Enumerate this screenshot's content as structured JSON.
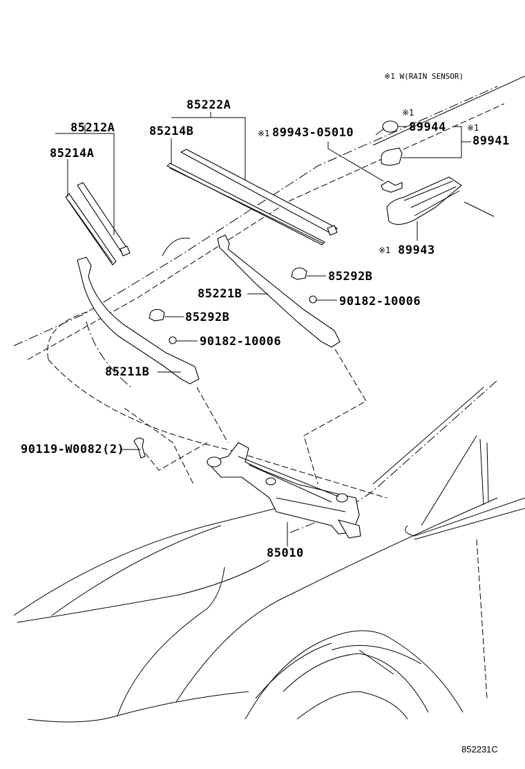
{
  "diagram": {
    "note": "※1 W(RAIN SENSOR)",
    "note_marker": "※1",
    "figure_code": "852231C",
    "parts": {
      "p85222A": "85222A",
      "p85214B": "85214B",
      "p85212A": "85212A",
      "p85214A": "85214A",
      "p89943_05010": "89943-05010",
      "p89944": "89944",
      "p89941": "89941",
      "p89943": "89943",
      "p85292B_right": "85292B",
      "p85221B": "85221B",
      "p90182_right": "90182-10006",
      "p85292B_left": "85292B",
      "p90182_left": "90182-10006",
      "p85211B": "85211B",
      "p90119": "90119-W0082(2)",
      "p85010": "85010"
    }
  }
}
